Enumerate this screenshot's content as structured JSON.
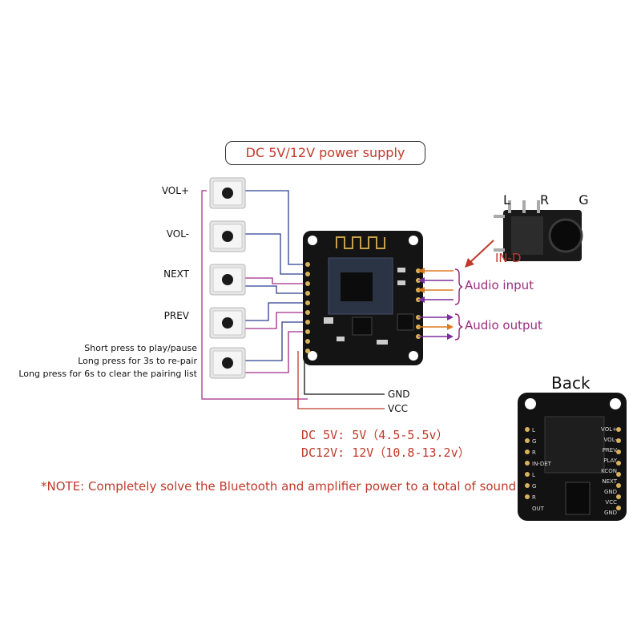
{
  "title": "DC  5V/12V power supply",
  "buttons": [
    {
      "label": "VOL+"
    },
    {
      "label": "VOL-"
    },
    {
      "label": "NEXT"
    },
    {
      "label": "PREV"
    }
  ],
  "play_notes": [
    "Short press to play/pause",
    "Long press for 3s to re-pair",
    "Long press for 6s to clear the pairing list"
  ],
  "pins": {
    "gnd": "GND",
    "vcc": "VCC"
  },
  "audio": {
    "input": "Audio input",
    "output": "Audio output"
  },
  "jack": {
    "channels": "L R G",
    "detect": "IN-D"
  },
  "specs": {
    "line1": "DC  5V:   5V（4.5-5.5v）",
    "line2": "DC12V:  12V（10.8-13.2v）"
  },
  "note": "*NOTE: Completely solve the Bluetooth and amplifier power to a total of sound",
  "back": {
    "title": "Back",
    "left_pins": [
      "L",
      "G",
      "R",
      "IN-DET",
      "L",
      "G",
      "R",
      "OUT"
    ],
    "right_pins": [
      "VOL+",
      "VOL-",
      "PREV",
      "PLAY",
      "KCON",
      "NEXT",
      "GND",
      "VCC",
      "GND"
    ]
  },
  "colors": {
    "accent_red": "#c0392b",
    "wire_blue": "#2c3f8f",
    "wire_magenta": "#a02a88",
    "wire_orange": "#e07a1f",
    "wire_purple": "#7b2f9c",
    "pcb": "#111111"
  }
}
